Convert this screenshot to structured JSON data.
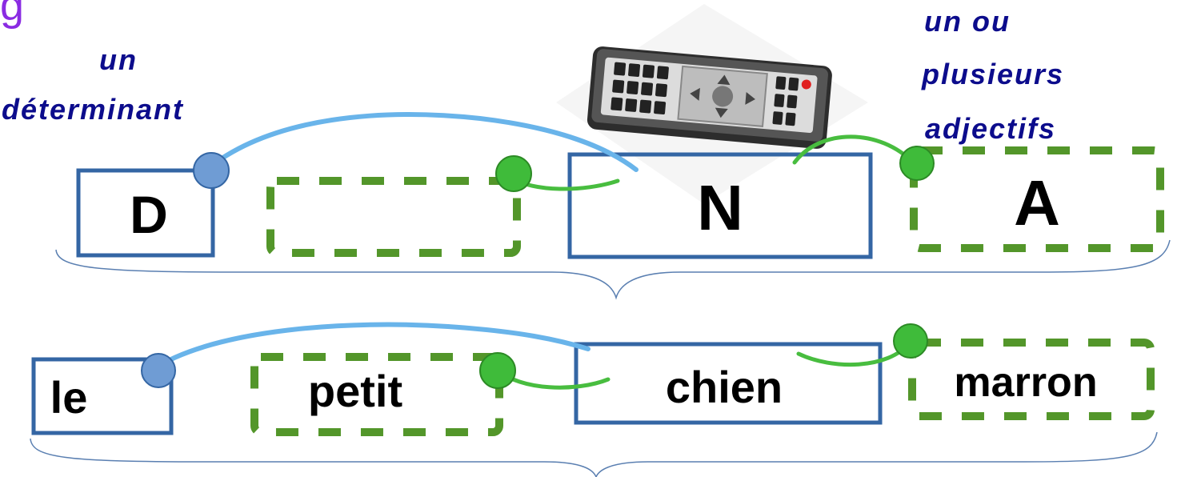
{
  "title_fragment": "g",
  "captions": {
    "determinant": [
      "un",
      "déterminant"
    ],
    "adjectives": [
      "un ou",
      "plusieurs",
      "adjectifs"
    ]
  },
  "pattern": {
    "determiner": "D",
    "noun": "N",
    "adjective": "A",
    "pre_noun_adjective": ""
  },
  "example": {
    "determiner": "le",
    "pre_noun_adjective": "petit",
    "noun": "chien",
    "adjective": "marron"
  },
  "icon": "tv-remote-icon",
  "colors": {
    "noun_box": "#3466a4",
    "adjective_box": "#53962a",
    "determiner_link": "#69b4ea",
    "adjective_link": "#48bd3f",
    "caption_text": "#0c0c8c",
    "title_text": "#8a2be2",
    "brace": "#5a7fb1"
  }
}
